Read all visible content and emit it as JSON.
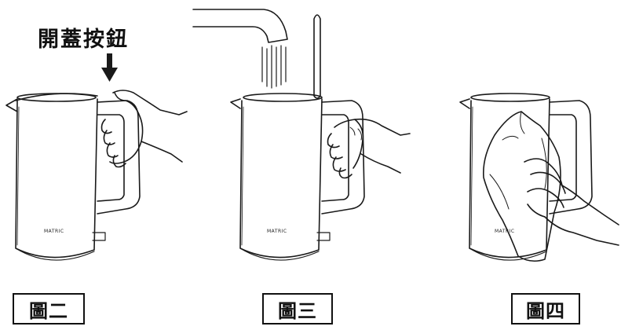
{
  "instruction": {
    "open_lid_button": "開蓋按鈕"
  },
  "brand": "MATRIC",
  "figures": [
    {
      "caption": "圖二"
    },
    {
      "caption": "圖三"
    },
    {
      "caption": "圖四"
    }
  ]
}
